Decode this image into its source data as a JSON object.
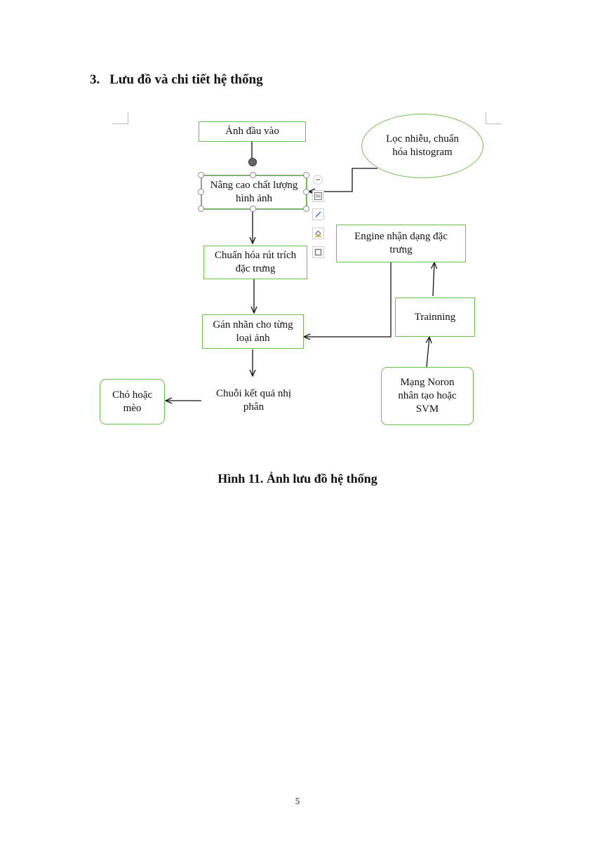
{
  "section": {
    "number": "3.",
    "title": "Lưu đồ và chi tiết hệ thống"
  },
  "flowchart": {
    "input_image": "Ảnh đầu vào",
    "enhance_quality": "Nâng cao chất lượng hình ảnh",
    "noise_filter": "Lọc nhiễu, chuẩn hóa histogram",
    "normalize_extract": "Chuẩn hóa rút trích đặc trưng",
    "engine": "Engine nhận dạng đặc trưng",
    "labeling": "Gán nhãn cho từng loại ảnh",
    "training": "Trainning",
    "binary_result": "Chuỗi kết quả nhị phân",
    "dog_or_cat": "Chó hoặc mèo",
    "neural_net": "Mạng Noron nhân tạo hoặc SVM"
  },
  "toolbar_icons": [
    "collapse-icon",
    "layout-options-icon",
    "pen-icon",
    "fill-icon",
    "outline-icon"
  ],
  "colors": {
    "box_border": "#6cbf4f",
    "arrow": "#111111"
  },
  "caption": "Hình 11. Ảnh lưu đồ hệ thống",
  "page_number": "5"
}
